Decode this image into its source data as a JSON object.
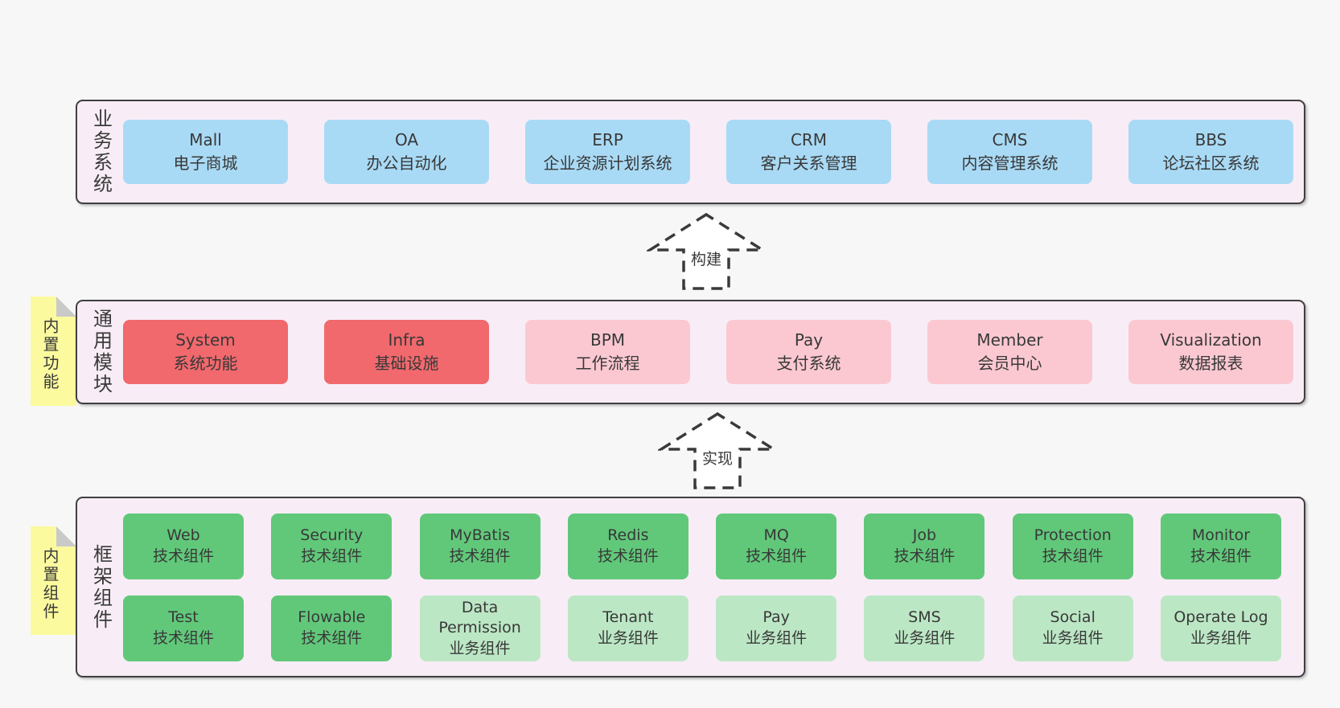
{
  "colors": {
    "page_background": "#f7f7f7",
    "section_background": "#f8edf6",
    "section_border": "#3f3f3f",
    "business_box": "#a9daf5",
    "core_module_box": "#f1696d",
    "optional_module_box": "#fbc8d1",
    "tech_component_box": "#61c87a",
    "biz_component_box": "#bce7c5",
    "sticky_note": "#fbfa9e",
    "note_fold": "#c9c9c9",
    "text": "#3a3a3a"
  },
  "sections": {
    "business": {
      "label": "业务系统",
      "boxes": [
        {
          "title": "Mall",
          "subtitle": "电子商城"
        },
        {
          "title": "OA",
          "subtitle": "办公自动化"
        },
        {
          "title": "ERP",
          "subtitle": "企业资源计划系统"
        },
        {
          "title": "CRM",
          "subtitle": "客户关系管理"
        },
        {
          "title": "CMS",
          "subtitle": "内容管理系统"
        },
        {
          "title": "BBS",
          "subtitle": "论坛社区系统"
        }
      ]
    },
    "modules": {
      "label": "通用模块",
      "note": "内置功能",
      "boxes": [
        {
          "title": "System",
          "subtitle": "系统功能"
        },
        {
          "title": "Infra",
          "subtitle": "基础设施"
        },
        {
          "title": "BPM",
          "subtitle": "工作流程"
        },
        {
          "title": "Pay",
          "subtitle": "支付系统"
        },
        {
          "title": "Member",
          "subtitle": "会员中心"
        },
        {
          "title": "Visualization",
          "subtitle": "数据报表"
        }
      ]
    },
    "framework": {
      "label": "框架组件",
      "note": "内置组件",
      "row1": [
        {
          "title": "Web",
          "subtitle": "技术组件"
        },
        {
          "title": "Security",
          "subtitle": "技术组件"
        },
        {
          "title": "MyBatis",
          "subtitle": "技术组件"
        },
        {
          "title": "Redis",
          "subtitle": "技术组件"
        },
        {
          "title": "MQ",
          "subtitle": "技术组件"
        },
        {
          "title": "Job",
          "subtitle": "技术组件"
        },
        {
          "title": "Protection",
          "subtitle": "技术组件"
        },
        {
          "title": "Monitor",
          "subtitle": "技术组件"
        }
      ],
      "row2": [
        {
          "title": "Test",
          "subtitle": "技术组件"
        },
        {
          "title": "Flowable",
          "subtitle": "技术组件"
        },
        {
          "title": "Data Permission",
          "subtitle": "业务组件"
        },
        {
          "title": "Tenant",
          "subtitle": "业务组件"
        },
        {
          "title": "Pay",
          "subtitle": "业务组件"
        },
        {
          "title": "SMS",
          "subtitle": "业务组件"
        },
        {
          "title": "Social",
          "subtitle": "业务组件"
        },
        {
          "title": "Operate Log",
          "subtitle": "业务组件"
        }
      ]
    }
  },
  "arrows": {
    "build": {
      "label": "构建"
    },
    "implement": {
      "label": "实现"
    }
  }
}
